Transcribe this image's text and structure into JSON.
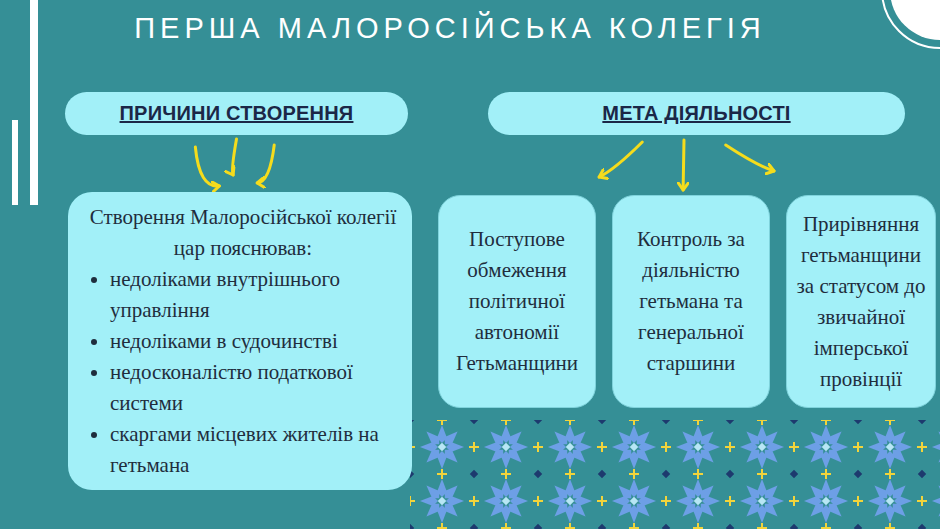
{
  "diagram": {
    "title": "ПЕРША МАЛОРОСІЙСЬКА КОЛЕГІЯ",
    "nodes": [
      {
        "text": [
          "ПРИЧИНИ СТВОРЕННЯ"
        ]
      },
      {
        "text": [
          "МЕТА ДІЯЛЬНОСТІ"
        ]
      },
      {
        "text": [
          "Створення Малоросійської колегії цар пояснював:",
          "недоліками внутрішнього управління",
          "недоліками в судочинстві",
          "недосконалістю податкової системи",
          "скаргами місцевих жителів на гетьмана"
        ]
      },
      {
        "text": [
          "Поступове обмеження політичної автономії Гетьманщини"
        ]
      },
      {
        "text": [
          "Контроль за діяльністю гетьмана та генеральної старшини"
        ]
      },
      {
        "text": [
          "Прирівняння гетьманщини за статусом до звичайної імперської провінції"
        ]
      }
    ],
    "edges": [
      {
        "from": 0,
        "to": 2,
        "arrow": "to"
      },
      {
        "from": 0,
        "to": 2,
        "arrow": "to"
      },
      {
        "from": 0,
        "to": 2,
        "arrow": "to"
      },
      {
        "from": 1,
        "to": 3,
        "arrow": "to"
      },
      {
        "from": 1,
        "to": 4,
        "arrow": "to"
      },
      {
        "from": 1,
        "to": 5,
        "arrow": "to"
      }
    ]
  }
}
